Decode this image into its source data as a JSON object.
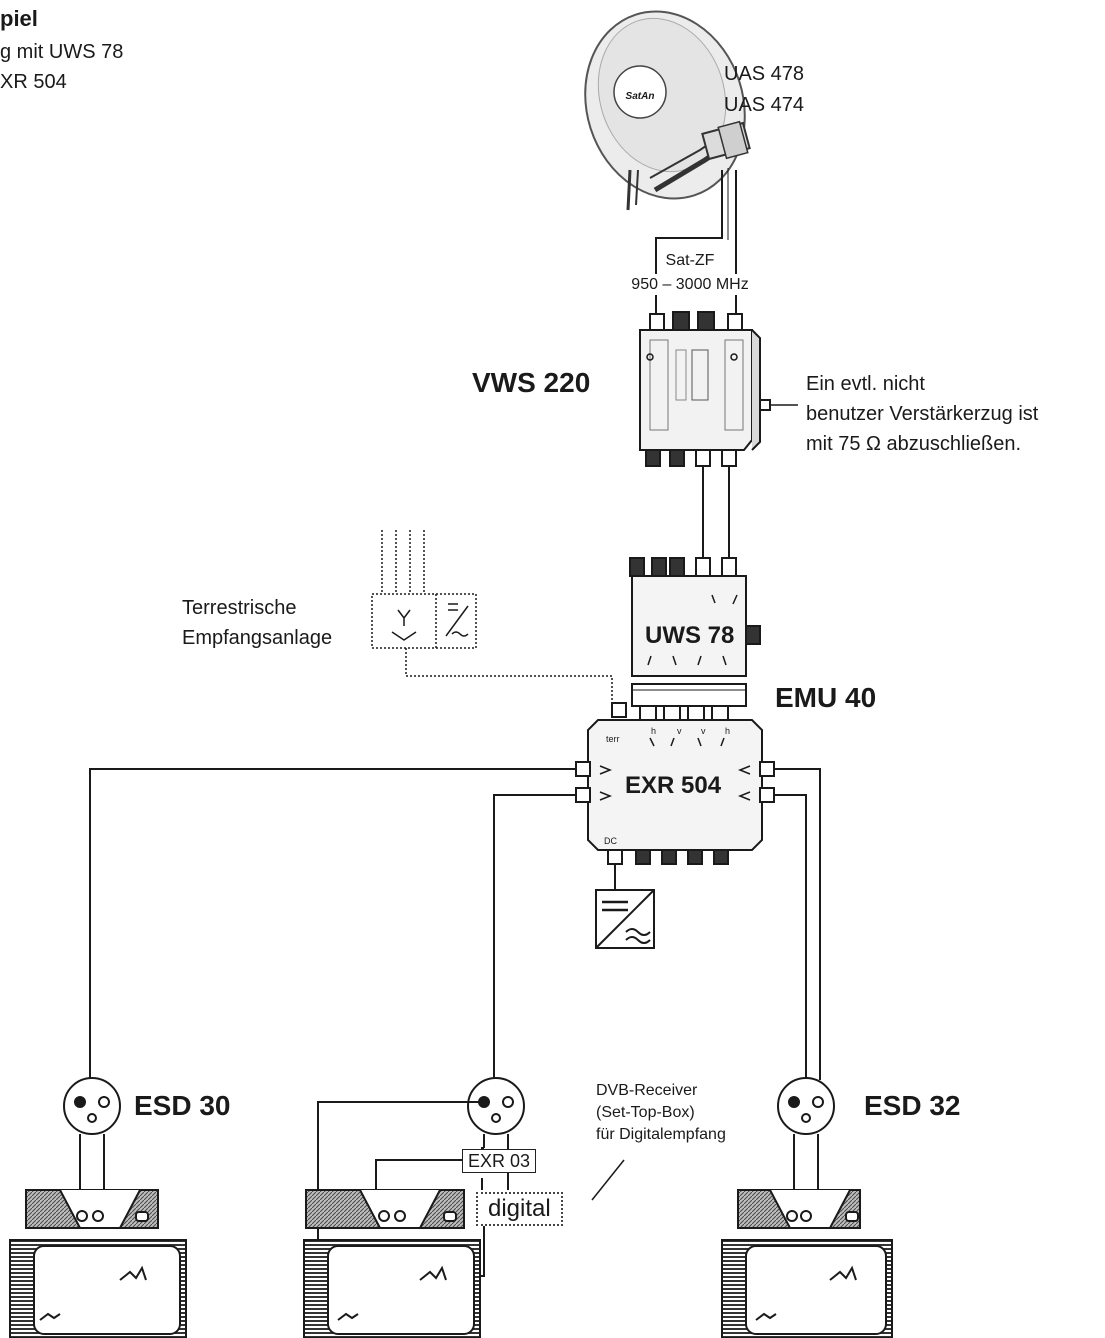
{
  "header": {
    "title": "piel",
    "line1": "g mit UWS 78",
    "line2": "XR 504"
  },
  "labels": {
    "dish_brand": "SatAn",
    "uas_478": "UAS 478",
    "uas_474": "UAS 474",
    "sat_zf_line1": "Sat-ZF",
    "sat_zf_line2": "950 – 3000 MHz",
    "vws_220": "VWS 220",
    "note_line1": "Ein evtl. nicht",
    "note_line2": "benutzer Verstärkerzug ist",
    "note_line3": "mit 75 Ω abzuschließen.",
    "uws_78": "UWS 78",
    "emu_40": "EMU 40",
    "exr_504": "EXR 504",
    "terr_line1": "Terrestrische",
    "terr_line2": "Empfangsanlage",
    "esd_30": "ESD 30",
    "esd_32": "ESD 32",
    "dvb_line1": "DVB-Receiver",
    "dvb_line2": "(Set-Top-Box)",
    "dvb_line3": "für Digitalempfang",
    "exr_03": "EXR 03",
    "digital": "digital",
    "port_terr": "terr",
    "port_dc": "DC",
    "port_h1": "h",
    "port_v1": "v",
    "port_v2": "v",
    "port_h2": "h"
  },
  "colors": {
    "line": "#1a1a1a",
    "device_fill": "#f2f2f2",
    "shade": "#8a8a8a"
  }
}
